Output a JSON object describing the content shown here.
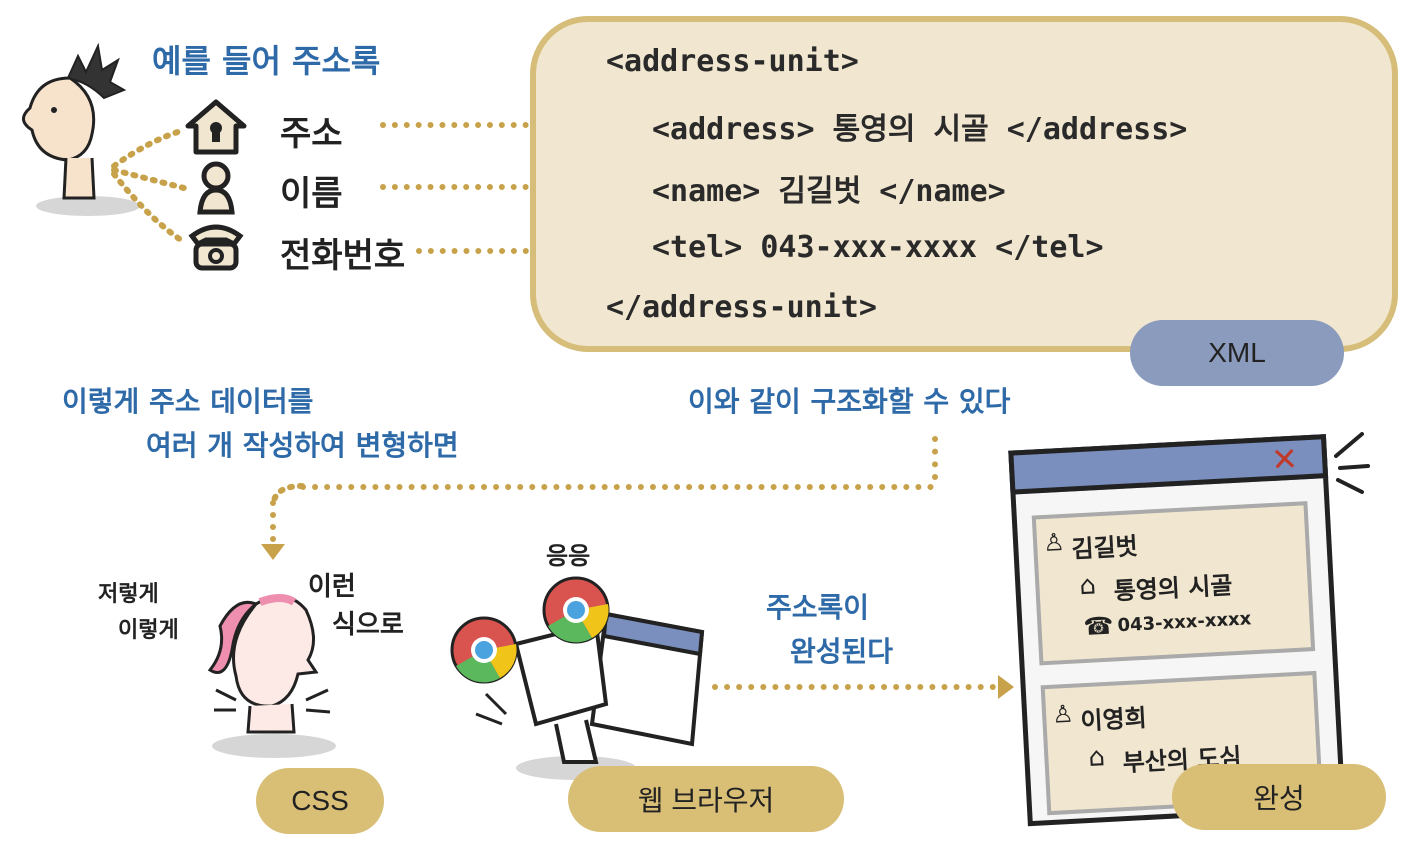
{
  "intro": {
    "title": "예를 들어 주소록"
  },
  "fields": [
    {
      "label": "주소",
      "icon": "house-icon"
    },
    {
      "label": "이름",
      "icon": "person-icon"
    },
    {
      "label": "전화번호",
      "icon": "phone-icon"
    }
  ],
  "xml": {
    "open_tag": "<address-unit>",
    "line_address": "<address> 통영의 시골 </address>",
    "line_name": "<name> 김길벗 </name>",
    "line_tel": "<tel> 043-xxx-xxxx </tel>",
    "close_tag": "</address-unit>",
    "badge": "XML"
  },
  "captions": {
    "left_line1": "이렇게 주소 데이터를",
    "left_line2": "여러 개 작성하여 변형하면",
    "right": "이와 같이 구조화할 수 있다",
    "complete_line1": "주소록이",
    "complete_line2": "완성된다"
  },
  "css_char": {
    "speech_left_1": "저렇게",
    "speech_left_2": "이렇게",
    "speech_right_1": "이런",
    "speech_right_2": "식으로"
  },
  "browser_char": {
    "speech": "응응"
  },
  "result": {
    "card1": {
      "name": "김길벗",
      "address": "통영의 시골",
      "tel": "043-xxx-xxxx"
    },
    "card2": {
      "name": "이영희",
      "address": "부산의 도심"
    }
  },
  "badges": {
    "css": "CSS",
    "browser": "웹 브라우저",
    "complete": "완성"
  },
  "colors": {
    "accent_gold": "#c8a24a",
    "xml_box": "#f1e6cf",
    "badge_blue": "#8a9bbd",
    "badge_gold": "#d9be76",
    "caption_blue": "#2f6aa8"
  }
}
